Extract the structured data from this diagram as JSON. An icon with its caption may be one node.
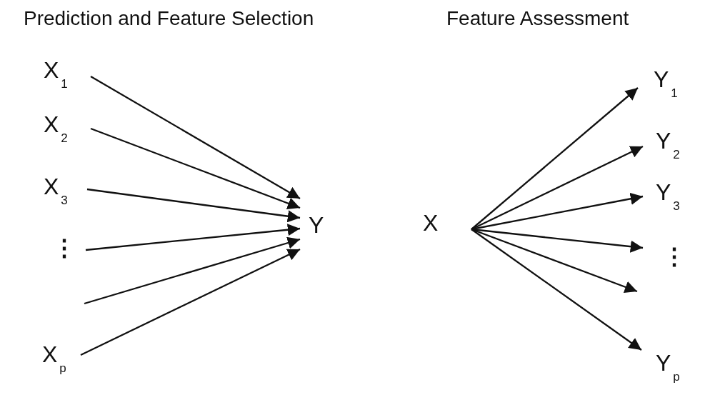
{
  "diagram": {
    "nodes": [
      {
        "text": [
          "X$_{1}$"
        ]
      },
      {
        "text": [
          "X$_{2}$"
        ]
      },
      {
        "text": [
          "X$_{3}$"
        ]
      },
      {
        "text": [
          "⋮"
        ]
      },
      {
        "text": [
          "X$_{p}$"
        ]
      },
      {
        "text": [
          "Y"
        ]
      },
      {
        "text": [
          "X"
        ]
      },
      {
        "text": [
          "Y$_{1}$"
        ]
      },
      {
        "text": [
          "Y$_{2}$"
        ]
      },
      {
        "text": [
          "Y$_{3}$"
        ]
      },
      {
        "text": [
          "⋮"
        ]
      },
      {
        "text": [
          "Y$_{p}$"
        ]
      }
    ],
    "edges": [
      {
        "from": 0,
        "to": 5,
        "arrow": "to"
      },
      {
        "from": 1,
        "to": 5,
        "arrow": "to"
      },
      {
        "from": 2,
        "to": 5,
        "arrow": "to"
      },
      {
        "from": 3,
        "to": 5,
        "arrow": "to"
      },
      {
        "from": null,
        "to": 5,
        "arrow": "to"
      },
      {
        "from": 4,
        "to": 5,
        "arrow": "to"
      },
      {
        "from": 6,
        "to": 7,
        "arrow": "to"
      },
      {
        "from": 6,
        "to": 8,
        "arrow": "to"
      },
      {
        "from": 6,
        "to": 9,
        "arrow": "to"
      },
      {
        "from": 6,
        "to": 10,
        "arrow": "to"
      },
      {
        "from": 6,
        "to": null,
        "arrow": "to"
      },
      {
        "from": 6,
        "to": 11,
        "arrow": "to"
      }
    ],
    "labels": [
      "Prediction and Feature Selection",
      "Feature Assessment"
    ]
  }
}
